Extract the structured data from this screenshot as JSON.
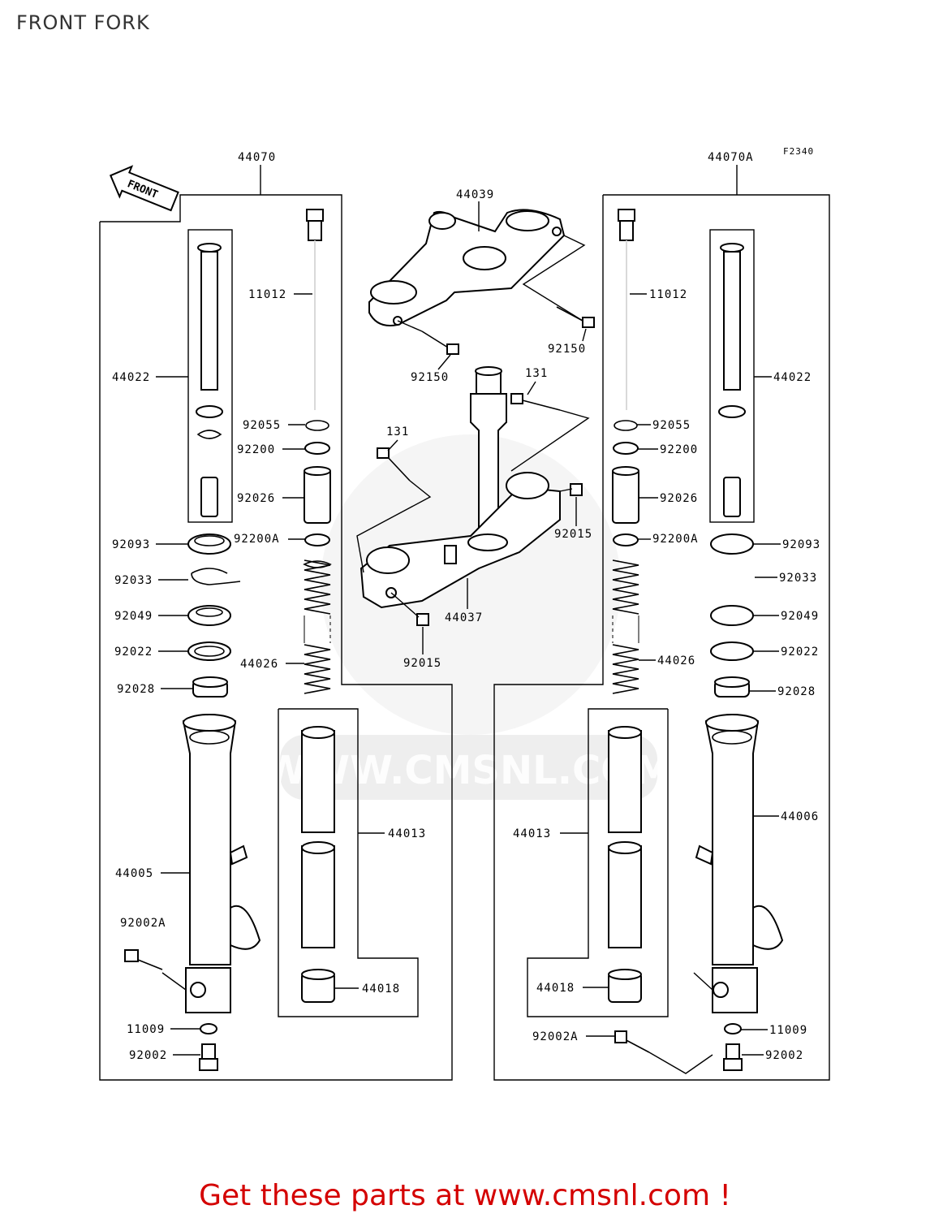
{
  "title": "FRONT FORK",
  "footer": "Get these parts at www.cmsnl.com !",
  "watermark": "WWW.CMSNL.COM",
  "figure_code": "F2340",
  "front_arrow": "FRONT",
  "assemblies": {
    "left": "44070",
    "right": "44070A",
    "upper_bracket": "44039",
    "lower_bracket": "44037"
  },
  "labels": {
    "l_11012": "11012",
    "l_44022": "44022",
    "l_92055": "92055",
    "l_92200": "92200",
    "l_92026": "92026",
    "l_92093": "92093",
    "l_92200A": "92200A",
    "l_92033": "92033",
    "l_92049": "92049",
    "l_92022": "92022",
    "l_44026": "44026",
    "l_92028": "92028",
    "l_44013": "44013",
    "l_44005": "44005",
    "l_92002A": "92002A",
    "l_44018": "44018",
    "l_11009": "11009",
    "l_92002": "92002",
    "c_92150a": "92150",
    "c_92150b": "92150",
    "c_131a": "131",
    "c_131b": "131",
    "c_92015a": "92015",
    "c_92015b": "92015",
    "r_11012": "11012",
    "r_44022": "44022",
    "r_92055": "92055",
    "r_92200": "92200",
    "r_92026": "92026",
    "r_92200A": "92200A",
    "r_92093": "92093",
    "r_92033": "92033",
    "r_92049": "92049",
    "r_92022": "92022",
    "r_44026": "44026",
    "r_92028": "92028",
    "r_44006": "44006",
    "r_44013": "44013",
    "r_44018": "44018",
    "r_92002A": "92002A",
    "r_11009": "11009",
    "r_92002": "92002"
  },
  "colors": {
    "footer": "#d40000",
    "line": "#000000",
    "watermark": "#c8c8c8"
  }
}
